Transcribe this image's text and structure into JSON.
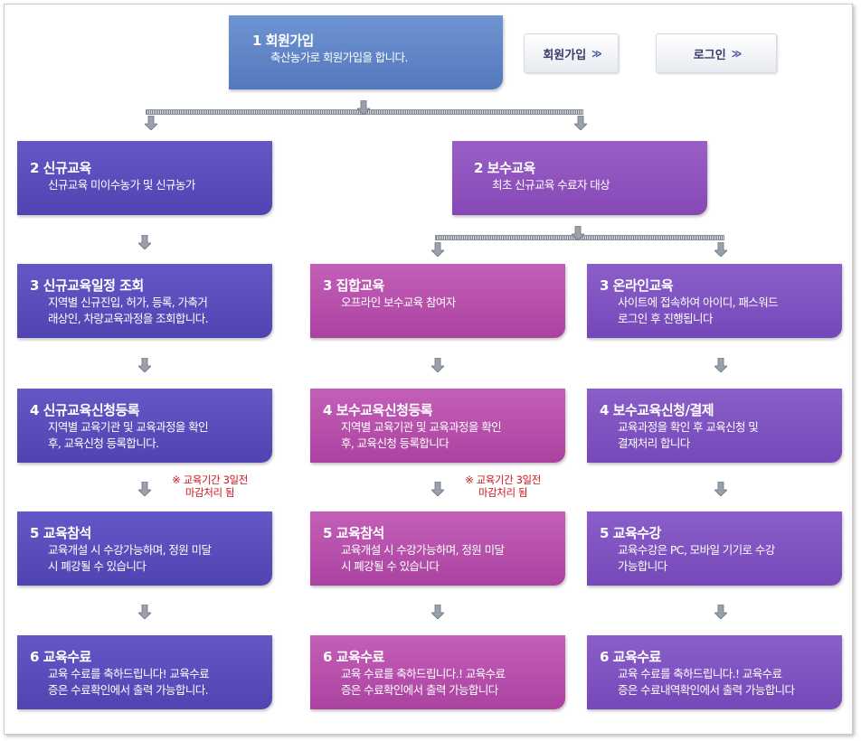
{
  "top": {
    "title": "1  회원가입",
    "desc": "축산농가로 회원가입을 합니다."
  },
  "buttons": {
    "join_label": "회원가입",
    "login_label": "로그인",
    "chevron": "≫"
  },
  "col_new": [
    {
      "title": "2 신규교육",
      "desc": "신규교육 미이수농가 및 신규농가"
    },
    {
      "title": "3 신규교육일정 조회",
      "desc": "지역별 신규진입, 허가, 등록, 가축거\n래상인, 차량교육과정을 조회합니다."
    },
    {
      "title": "4 신규교육신청등록",
      "desc": "지역별 교육기관 및 교육과정을 확인\n후, 교육신청 등록합니다."
    },
    {
      "title": "5 교육참석",
      "desc": "교육개설 시 수강가능하며, 정원 미달\n시 폐강될 수 있습니다"
    },
    {
      "title": "6 교육수료",
      "desc": "교육 수료를 축하드립니다! 교육수료\n증은 수료확인에서 출력 가능합니다."
    }
  ],
  "maint": {
    "title": "2  보수교육",
    "desc": "최초 신규교육 수료자 대상"
  },
  "col_group": [
    {
      "title": "3 집합교육",
      "desc": "오프라인 보수교육 참여자"
    },
    {
      "title": "4 보수교육신청등록",
      "desc": "지역별 교육기관 및 교육과정을 확인\n후, 교육신청 등록합니다"
    },
    {
      "title": "5 교육참석",
      "desc": "교육개설 시 수강가능하며, 정원 미달\n시 폐강될 수 있습니다"
    },
    {
      "title": "6 교육수료",
      "desc": "교육 수료를 축하드립니다.! 교육수료\n증은 수료확인에서 출력 가능합니다"
    }
  ],
  "col_online": [
    {
      "title": "3 온라인교육",
      "desc": "사이트에 접속하여 아이디, 패스워드\n로그인 후 진행됩니다"
    },
    {
      "title": "4 보수교육신청/결제",
      "desc": "교육과정을 확인 후 교육신청 및\n결재처리 합니다"
    },
    {
      "title": "5 교육수강",
      "desc": "교육수강은 PC, 모바일 기기로 수강\n가능합니다"
    },
    {
      "title": "6 교육수료",
      "desc": "교육 수료를 축하드립니다.! 교육수료\n증은 수료내역확인에서 출력 가능합니다"
    }
  ],
  "notes": {
    "deadline_1": "※ 교육기간 3일전\n마감처리 됨",
    "deadline_2": "※ 교육기간 3일전\n마감처리 됨"
  },
  "colors": {
    "top": "#5f84c8",
    "new": "#5a4fbc",
    "maint": "#9054be",
    "group": "#b94fad",
    "online": "#8054c0",
    "note": "#c4161c"
  },
  "icons": {
    "connector": "down-arrow-icon",
    "button_arrow": "double-chevron-right-icon"
  }
}
